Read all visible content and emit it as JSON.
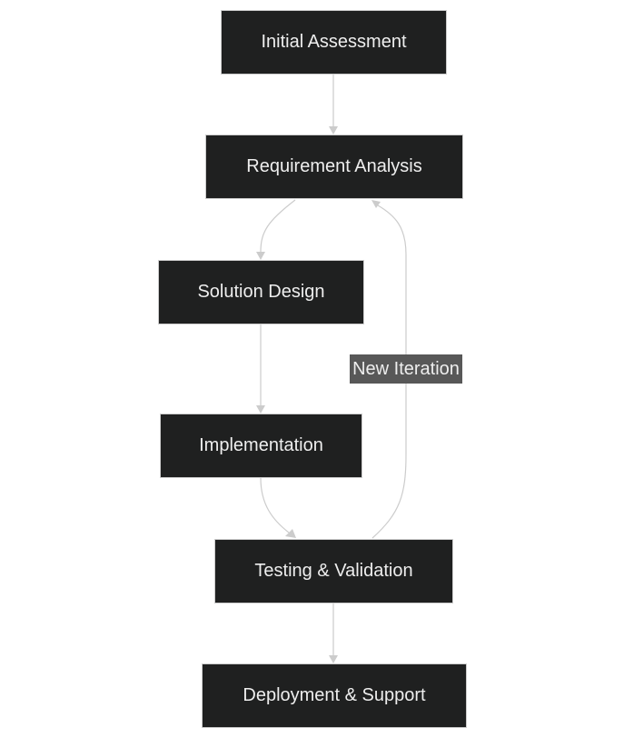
{
  "nodes": {
    "initial_assessment": "Initial Assessment",
    "requirement_analysis": "Requirement Analysis",
    "solution_design": "Solution Design",
    "implementation": "Implementation",
    "testing_validation": "Testing & Validation",
    "deployment_support": "Deployment & Support"
  },
  "edge_labels": {
    "new_iteration": "New Iteration"
  },
  "colors": {
    "node_fill": "#1f2020",
    "node_border": "#cccccc",
    "node_text": "#eeeeee",
    "edge": "#cccccc",
    "label_fill": "#585858"
  }
}
